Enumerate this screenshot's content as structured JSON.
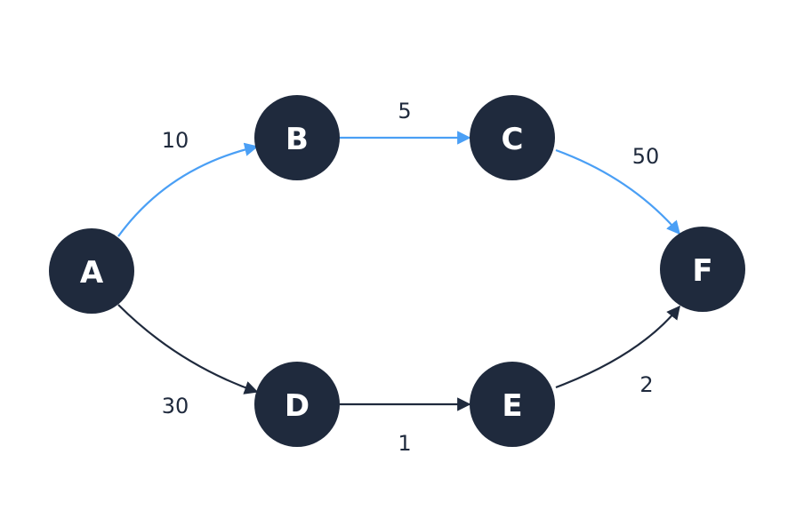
{
  "colors": {
    "node": "#1f2a3d",
    "node_text": "#ffffff",
    "edge_default": "#1f2a3d",
    "edge_highlight": "#4a9ff5",
    "label_text": "#1f2a3d",
    "background": "#ffffff"
  },
  "nodes": [
    {
      "id": "A",
      "label": "A"
    },
    {
      "id": "B",
      "label": "B"
    },
    {
      "id": "C",
      "label": "C"
    },
    {
      "id": "D",
      "label": "D"
    },
    {
      "id": "E",
      "label": "E"
    },
    {
      "id": "F",
      "label": "F"
    }
  ],
  "edges": [
    {
      "from": "A",
      "to": "B",
      "weight": "10",
      "highlighted": true
    },
    {
      "from": "B",
      "to": "C",
      "weight": "5",
      "highlighted": true
    },
    {
      "from": "C",
      "to": "F",
      "weight": "50",
      "highlighted": true
    },
    {
      "from": "A",
      "to": "D",
      "weight": "30",
      "highlighted": false
    },
    {
      "from": "D",
      "to": "E",
      "weight": "1",
      "highlighted": false
    },
    {
      "from": "E",
      "to": "F",
      "weight": "2",
      "highlighted": false
    }
  ]
}
